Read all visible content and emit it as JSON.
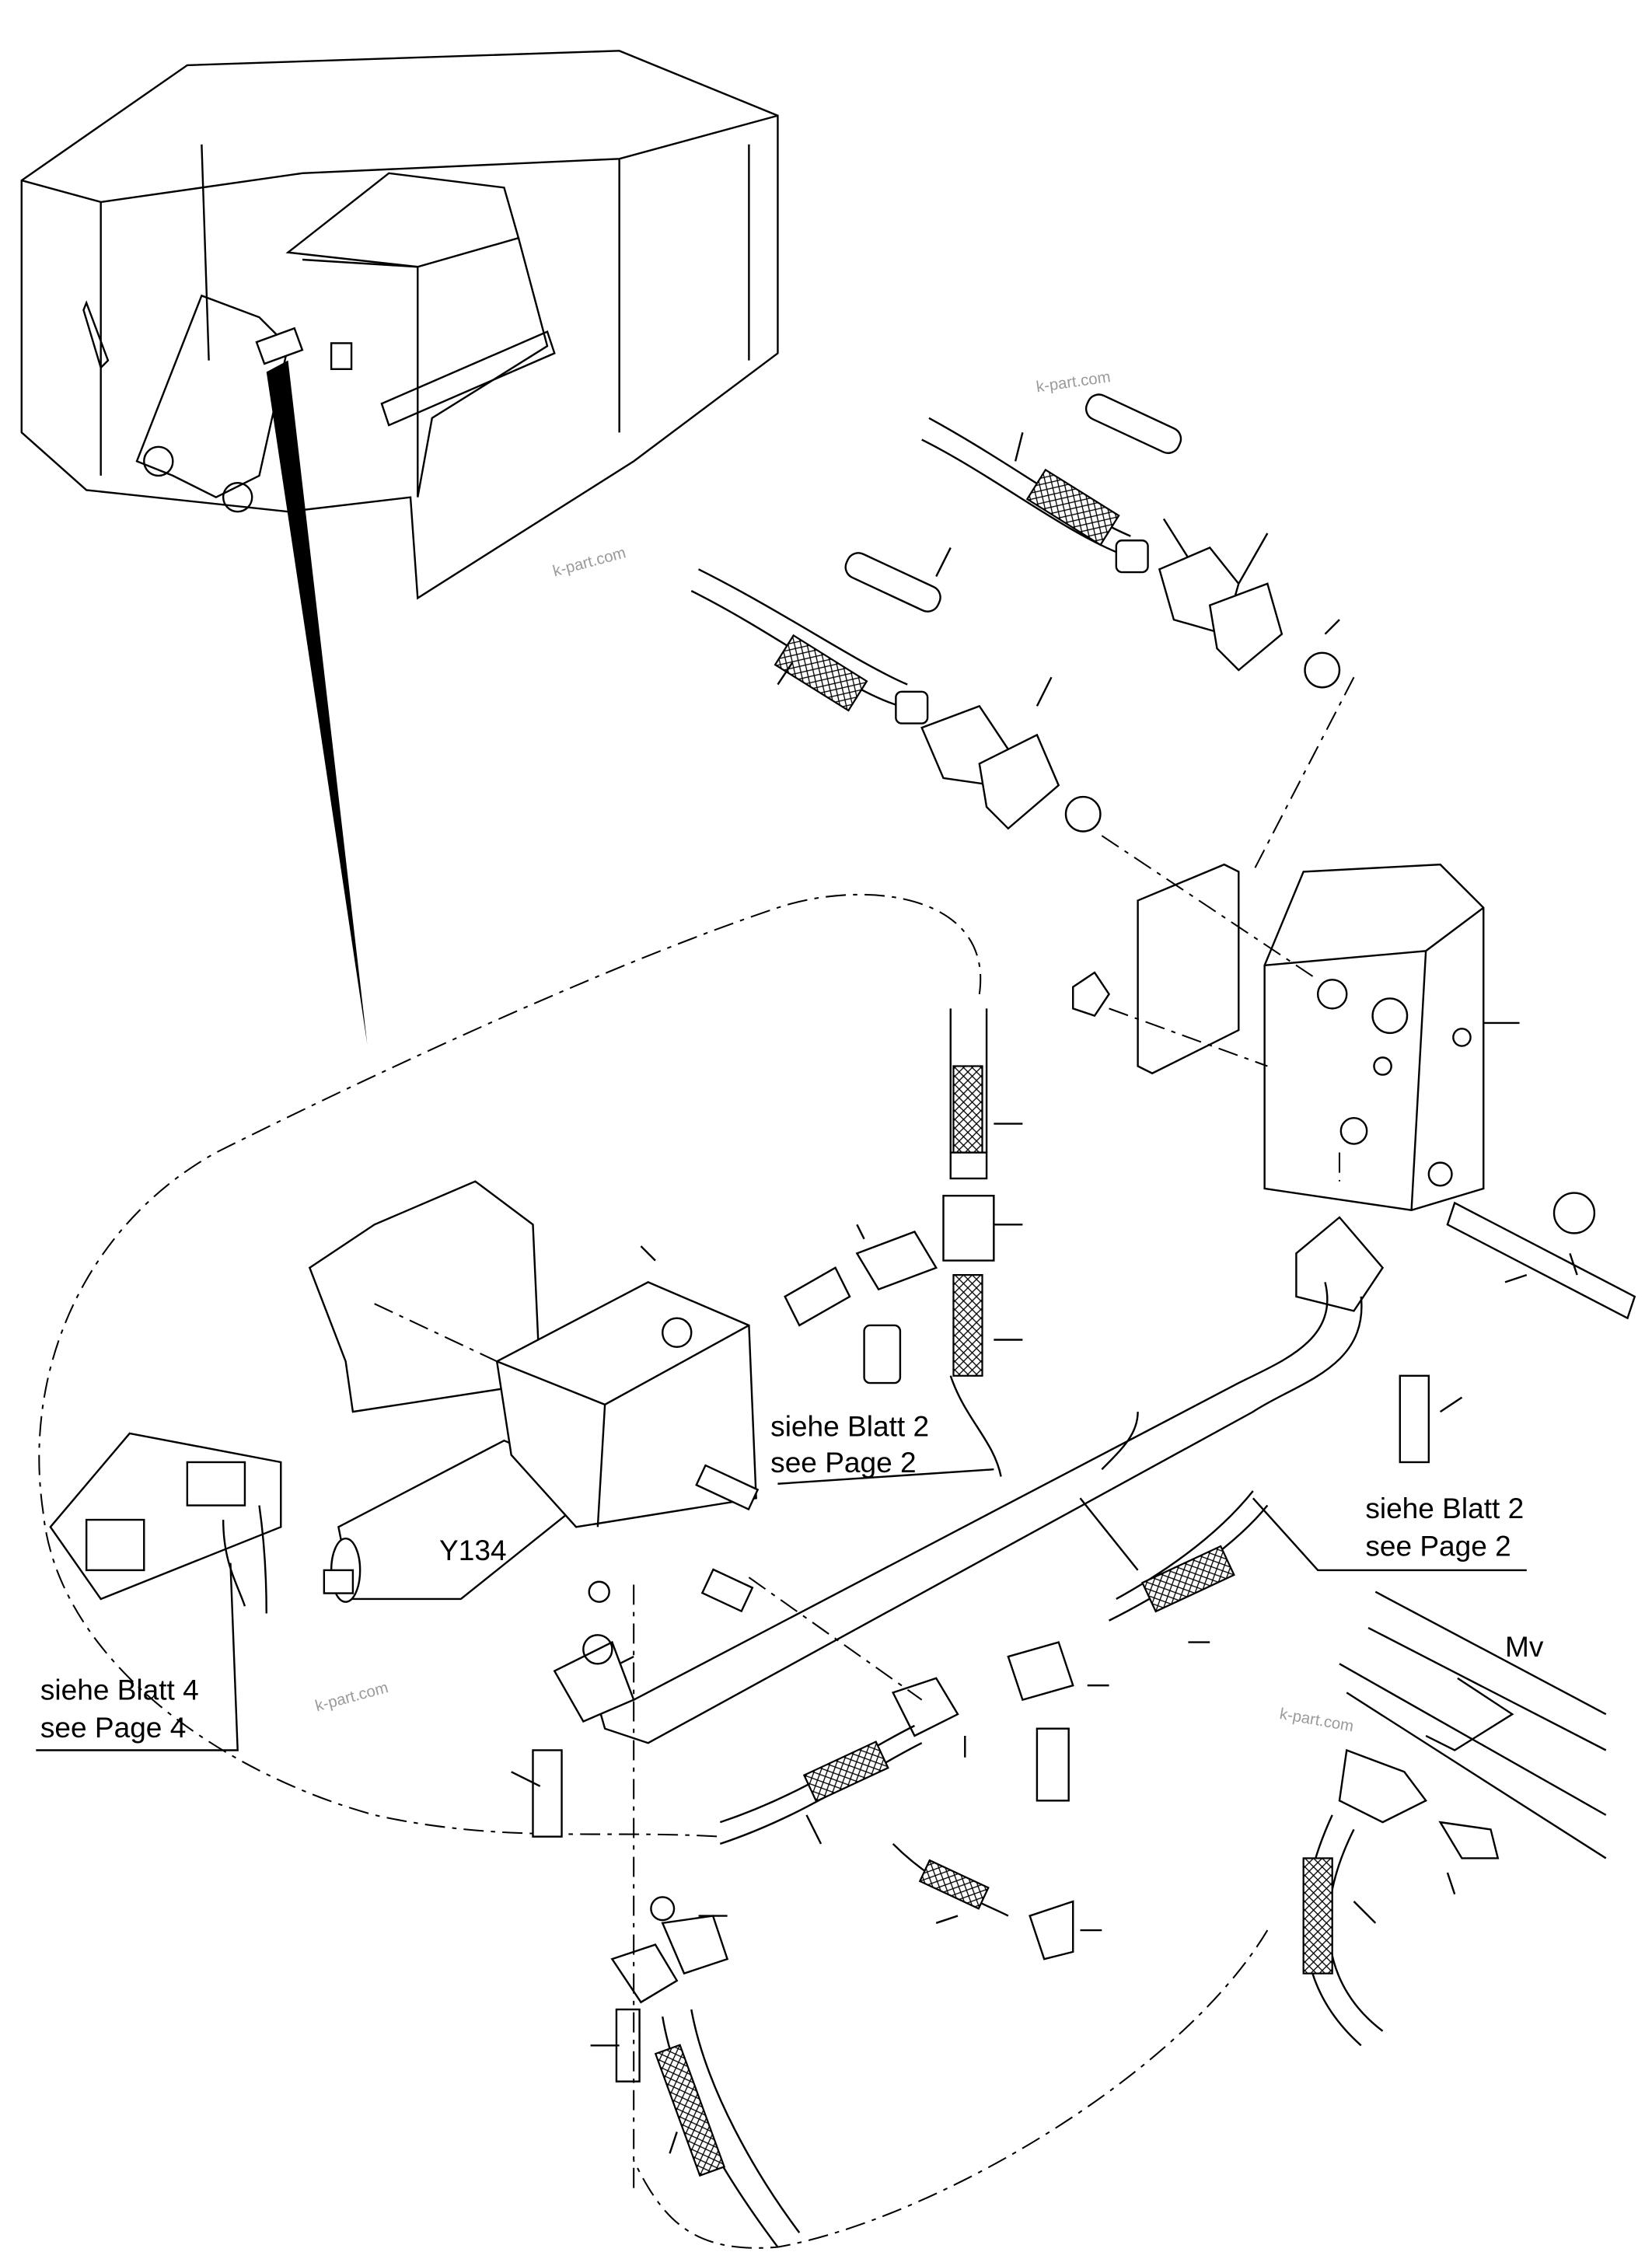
{
  "diagram": {
    "watermark": "k-part.com",
    "labels": {
      "cylinder": "Y134",
      "valve": "Mv",
      "ref_page2_a": {
        "de": "siehe Blatt 2",
        "en": "see Page 2"
      },
      "ref_page2_b": {
        "de": "siehe Blatt 2",
        "en": "see Page 2"
      },
      "ref_page4": {
        "de": "siehe Blatt 4",
        "en": "see Page 4"
      }
    },
    "colors": {
      "line": "#000000",
      "background": "#ffffff",
      "watermark": "#9a9a9a"
    }
  }
}
